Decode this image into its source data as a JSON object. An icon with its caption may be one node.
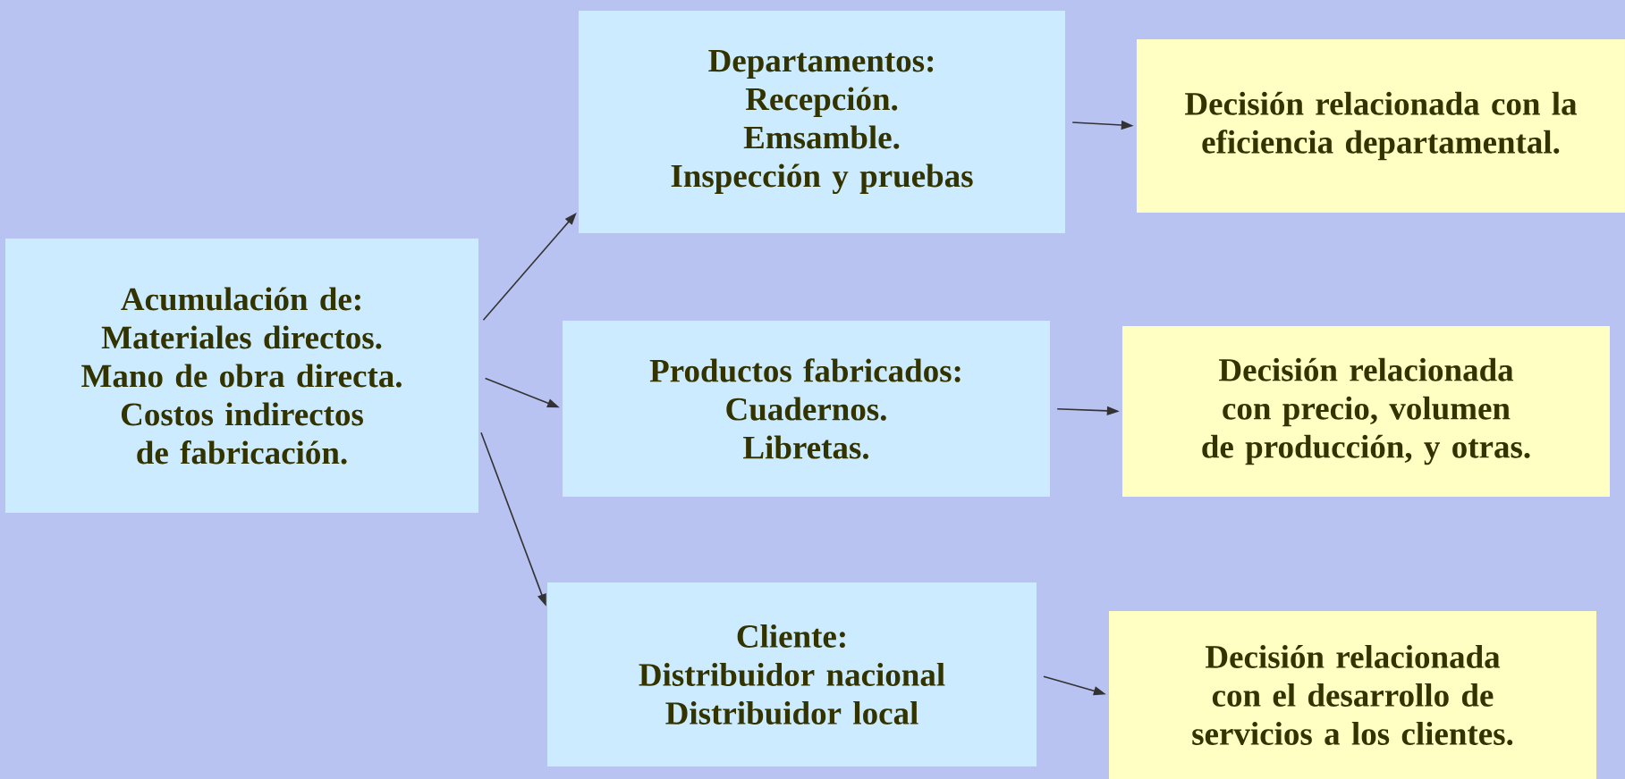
{
  "diagram": {
    "nodes": [
      {
        "text": [
          "Acumulación de:",
          "Materiales directos.",
          "Mano de obra directa.",
          "Costos indirectos de fabricación."
        ]
      },
      {
        "text": [
          "Departamentos:",
          "Recepción.",
          "Emsamble.",
          "Inspección y pruebas"
        ]
      },
      {
        "text": [
          "Decisión relacionada con la eficiencia departamental."
        ]
      },
      {
        "text": [
          "Productos fabricados:",
          "Cuadernos.",
          "Libretas."
        ]
      },
      {
        "text": [
          "Decisión relacionada con precio, volumen de producción, y otras."
        ]
      },
      {
        "text": [
          "Cliente:",
          "Distribuidor nacional",
          "Distribuidor local"
        ]
      },
      {
        "text": [
          "Decisión relacionada con el desarrollo de servicios a los clientes."
        ]
      }
    ],
    "edges": [
      {
        "from": 0,
        "to": 1,
        "arrow": "to"
      },
      {
        "from": 0,
        "to": 3,
        "arrow": "to"
      },
      {
        "from": 0,
        "to": 5,
        "arrow": "to"
      },
      {
        "from": 1,
        "to": 2,
        "arrow": "to"
      },
      {
        "from": 3,
        "to": 4,
        "arrow": "to"
      },
      {
        "from": 5,
        "to": 6,
        "arrow": "to"
      }
    ]
  }
}
